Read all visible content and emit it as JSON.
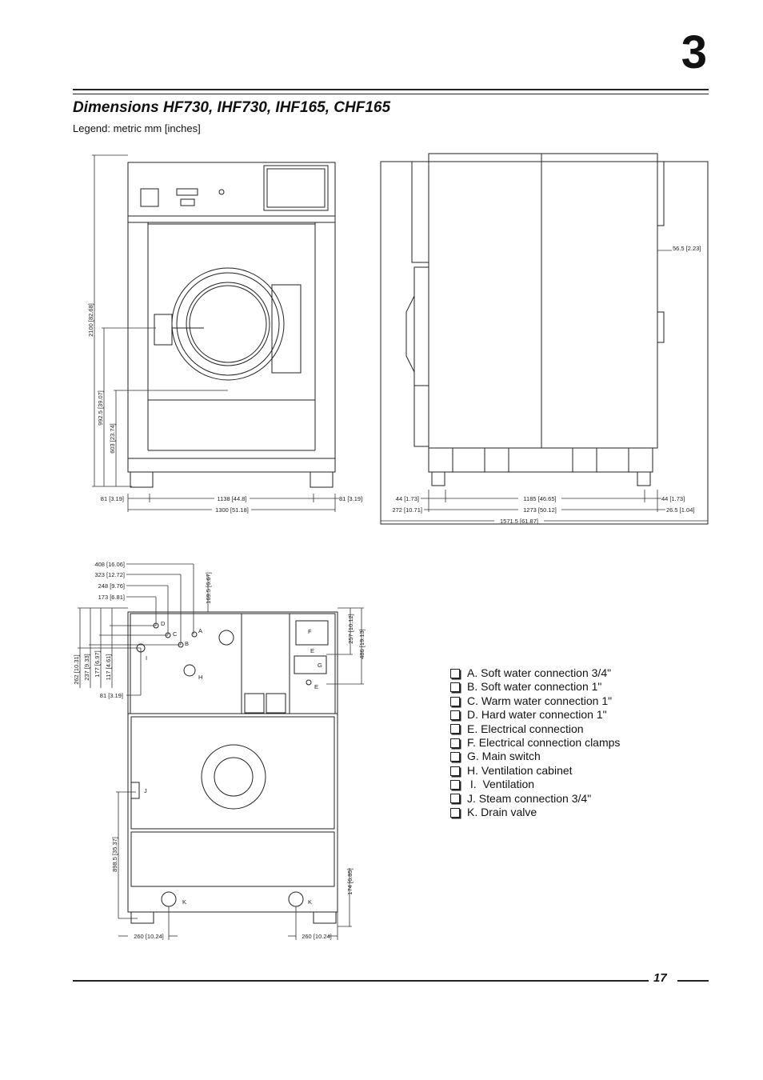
{
  "header": {
    "chapter_number": "3"
  },
  "title": "Dimensions HF730, IHF730, IHF165, CHF165",
  "legend_note": "Legend: metric mm [inches]",
  "front_view": {
    "height_total": "2100 [82.68]",
    "height_door": "992.5 [39.07]",
    "height_door_bottom": "603 [23.74]",
    "left_offset": "81 [3.19]",
    "inner_width": "1138 [44.8]",
    "right_offset": "81 [3.19]",
    "overall_width": "1300 [51.18]"
  },
  "side_view": {
    "top_right_offset": "56.5 [2.23]",
    "left_foot_offset": "44 [1.73]",
    "foot_span": "1185 [46.65]",
    "right_foot_offset": "44 [1.73]",
    "rear_projection": "272 [10.71]",
    "body_depth": "1273 [50.12]",
    "right_projection": "26.5 [1.04]",
    "overall_depth": "1571.5 [61.87]"
  },
  "rear_view": {
    "dim_408": "408 [16.06]",
    "dim_323": "323 [12.72]",
    "dim_248": "248 [9.76]",
    "dim_173": "173 [6.81]",
    "dim_169": "169.5 [6.67]",
    "dim_262": "262 [10.31]",
    "dim_237": "237 [9.33]",
    "dim_177": "177 [6.97]",
    "dim_117": "117 [4.61]",
    "dim_81": "81 [3.19]",
    "dim_257": "257 [10.12]",
    "dim_486": "486 [19.13]",
    "dim_898": "898.5 [35.37]",
    "dim_174": "174 [6.85]",
    "dim_260_left": "260 [10.24]",
    "dim_260_right": "260 [10.24]",
    "labels": {
      "a": "A",
      "b": "B",
      "c": "C",
      "d": "D",
      "e1": "E",
      "e2": "E",
      "f": "F",
      "g": "G",
      "h": "H",
      "i": "I",
      "j": "J",
      "k1": "K",
      "k2": "K"
    }
  },
  "key_items": [
    "A. Soft water connection 3/4\"",
    "B. Soft water connection 1\"",
    "C. Warm water connection 1\"",
    "D. Hard water connection 1\"",
    "E. Electrical connection",
    "F.  Electrical connection clamps",
    "G. Main switch",
    "H. Ventilation cabinet",
    " I.  Ventilation",
    "J.  Steam connection 3/4\"",
    "K.  Drain valve"
  ],
  "footer": {
    "page_number": "17"
  }
}
